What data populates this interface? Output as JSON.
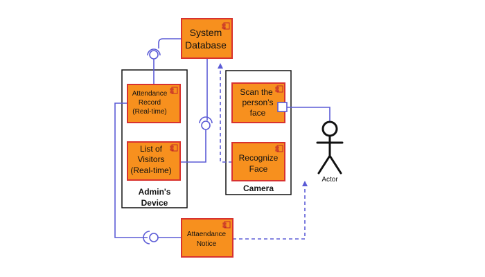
{
  "components": {
    "system_database": {
      "line1": "System",
      "line2": "Database"
    },
    "attendance_record": {
      "line1": "Attendance",
      "line2": "Record",
      "line3": "(Real-time)"
    },
    "list_of_visitors": {
      "line1": "List of",
      "line2": "Visitors",
      "line3": "(Real-time)"
    },
    "scan_face": {
      "line1": "Scan the",
      "line2": "person's",
      "line3": "face"
    },
    "recognize_face": {
      "line1": "Recognize",
      "line2": "Face"
    },
    "attendance_notice": {
      "line1": "Attaendance",
      "line2": "Notice"
    }
  },
  "containers": {
    "admin_device": {
      "line1": "Admin's",
      "line2": "Device"
    },
    "camera": {
      "label": "Camera"
    }
  },
  "actor": {
    "label": "Actor"
  },
  "colors": {
    "component_fill": "#f7901e",
    "component_border": "#d8322f",
    "connector": "#5b5bd6",
    "container_border": "#111111"
  },
  "icons": [
    "component-icon",
    "ball-interface-icon",
    "socket-interface-icon",
    "actor-icon"
  ]
}
